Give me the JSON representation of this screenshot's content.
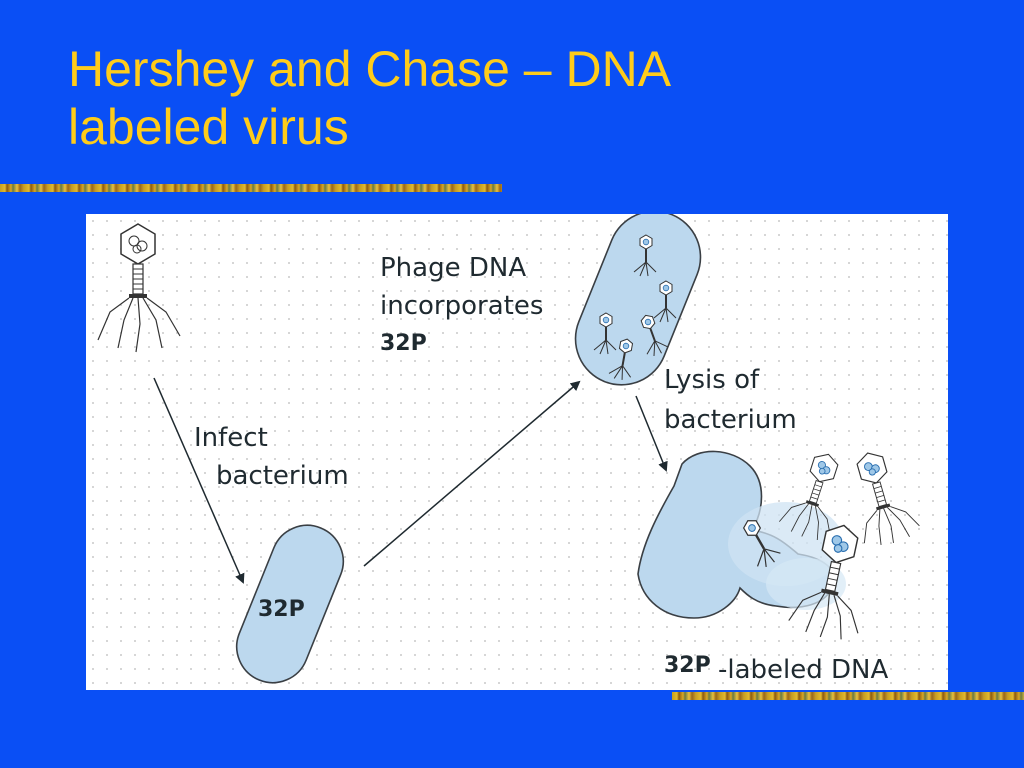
{
  "title": {
    "line1": "Hershey and Chase – DNA",
    "line2": "labeled virus"
  },
  "diagram": {
    "label_infect_1": "Infect",
    "label_infect_2": "bacterium",
    "label_isotope_bacterium": "32P",
    "label_phage_1": "Phage DNA",
    "label_phage_2": "incorporates",
    "label_phage_3": "32P",
    "label_lysis_1": "Lysis of",
    "label_lysis_2": "bacterium",
    "label_labeled_isotope": "32P",
    "label_labeled_text": "-labeled DNA"
  },
  "colors": {
    "background": "#0a4ff5",
    "title": "#ffcc1a",
    "cell_fill": "#bcd8ee",
    "cell_stroke": "#3a3f44"
  }
}
